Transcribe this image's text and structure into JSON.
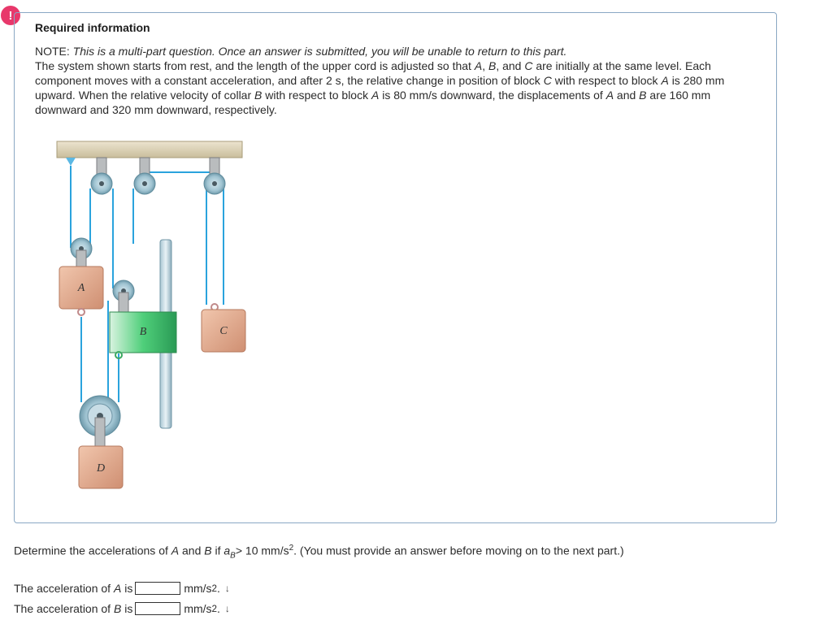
{
  "alert_icon": "!",
  "heading": "Required information",
  "note_label": "NOTE:",
  "note_text": "This is a multi-part question. Once an answer is submitted, you will be unable to return to this part.",
  "body": {
    "p1": "The system shown starts from rest, and the length of the upper cord is adjusted so that",
    "A": "A",
    "sep1": ",",
    "B": "B",
    "and": ", and",
    "C": "C",
    "p2": "are initially at the same level. Each component moves with a constant acceleration, and after 2 s, the relative change in position of block",
    "p3": "with respect to block",
    "p4": "is 280 mm upward. When the relative velocity of collar",
    "p5": "with respect to block",
    "p6": "is 80 mm/s downward, the displacements of",
    "and2": "and",
    "p7": "are 160 mm downward and 320 mm downward, respectively."
  },
  "figure_labels": {
    "A": "A",
    "B": "B",
    "C": "C",
    "D": "D"
  },
  "question": {
    "p1": "Determine the accelerations of",
    "A": "A",
    "and": "and",
    "B": "B",
    "if": "if",
    "a": "a",
    "sub": "B",
    "cond": "> 10 mm/s",
    "exp": "2",
    "p2": ". (You must provide an answer before moving on to the next part.)"
  },
  "answers": [
    {
      "label_pre": "The acceleration of",
      "var": "A",
      "label_post": "is",
      "value": "",
      "unit": "mm/s",
      "exp": "2",
      "suffix": ".",
      "direction": "↓"
    },
    {
      "label_pre": "The acceleration of",
      "var": "B",
      "label_post": "is",
      "value": "",
      "unit": "mm/s",
      "exp": "2",
      "suffix": ".",
      "direction": "↓"
    }
  ],
  "colors": {
    "accent": "#e8386b",
    "border": "#8aa8c4",
    "cord": "#2aa3dd",
    "block": "#e0a98c",
    "collar": "#3fbf6a"
  }
}
